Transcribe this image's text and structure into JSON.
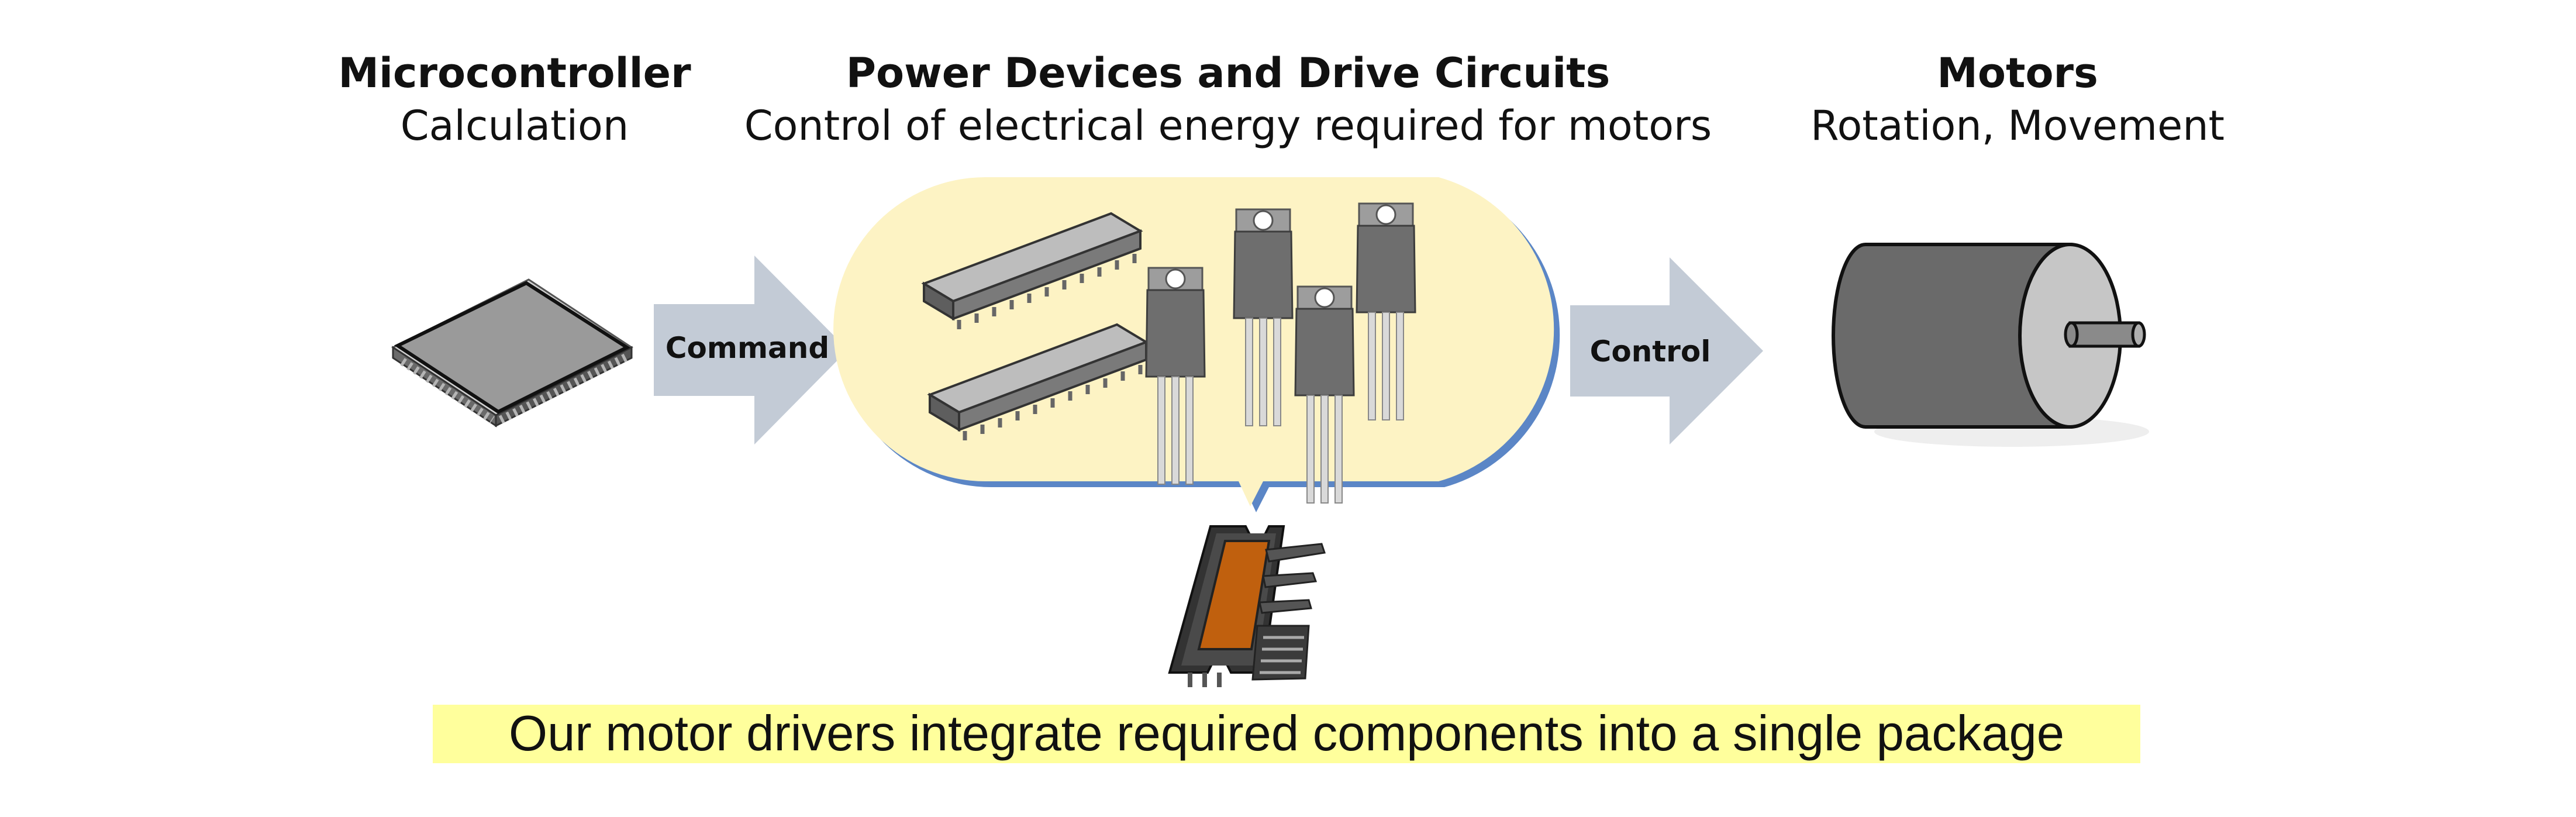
{
  "columns": {
    "microcontroller": {
      "title": "Microcontroller",
      "subtitle": "Calculation"
    },
    "power": {
      "title": "Power Devices and Drive Circuits",
      "subtitle": "Control of electrical energy required for motors"
    },
    "motors": {
      "title": "Motors",
      "subtitle": "Rotation, Movement"
    }
  },
  "arrows": {
    "command_label": "Command",
    "control_label": "Control"
  },
  "caption": "Our motor drivers integrate required components into a single package",
  "colors": {
    "arrow_fill": "#c3cbd6",
    "bubble_fill": "#fdf3c4",
    "bubble_shadow": "#5b86c6",
    "caption_highlight": "#ffff9c",
    "chip_gray": "#9a9a9a",
    "module_copper": "#c0600e"
  },
  "icons": [
    "microcontroller-chip-icon",
    "ic-chip-icon",
    "transistor-icon",
    "intelligent-power-module-icon",
    "motor-icon"
  ]
}
